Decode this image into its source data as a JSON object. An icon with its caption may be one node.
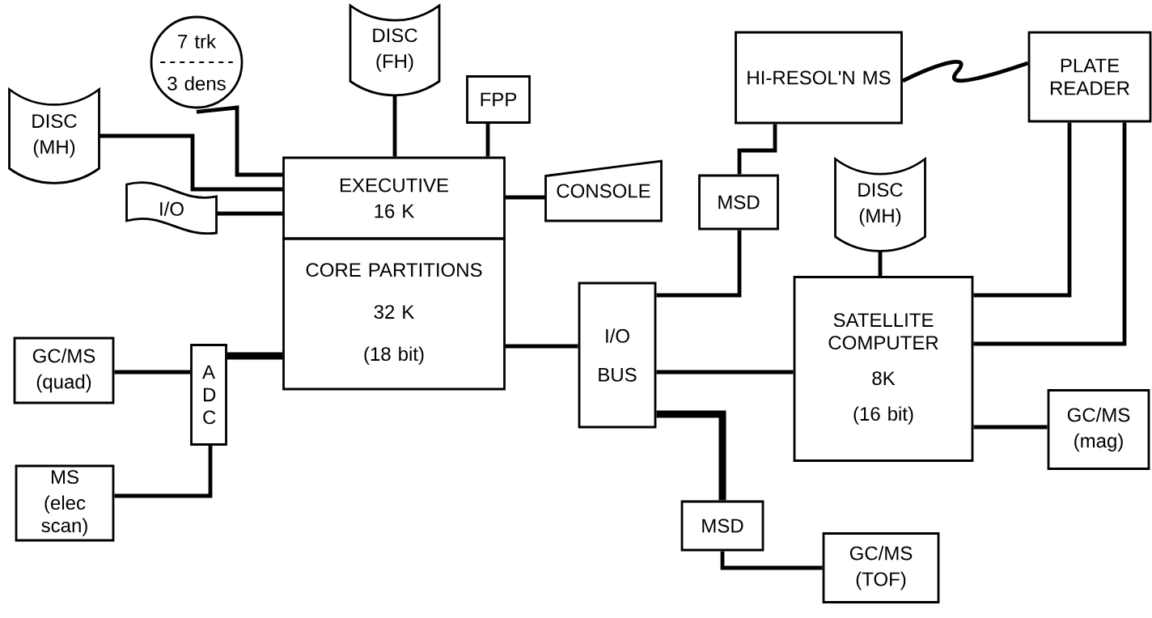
{
  "diagram": {
    "nodes": [
      {
        "text": [
          "7 trk",
          "3 dens"
        ]
      },
      {
        "text": [
          "DISC",
          "(FH)"
        ]
      },
      {
        "text": [
          "FPP"
        ]
      },
      {
        "text": [
          "HI-RESOL'N MS"
        ]
      },
      {
        "text": [
          "PLATE READER"
        ]
      },
      {
        "text": [
          "DISC",
          "(MH)"
        ]
      },
      {
        "text": [
          "EXECUTIVE",
          "16 K"
        ]
      },
      {
        "text": [
          "I/O"
        ]
      },
      {
        "text": [
          "CONSOLE"
        ]
      },
      {
        "text": [
          "MSD"
        ]
      },
      {
        "text": [
          "DISC",
          "(MH)"
        ]
      },
      {
        "text": [
          "CORE PARTITIONS",
          "32 K",
          "(18 bit)"
        ]
      },
      {
        "text": [
          "I/O",
          "BUS"
        ]
      },
      {
        "text": [
          "SATELLITE COMPUTER",
          "8K",
          "(16 bit)"
        ]
      },
      {
        "text": [
          "GC/MS",
          "(quad)"
        ]
      },
      {
        "text": [
          "A D C"
        ]
      },
      {
        "text": [
          "GC/MS",
          "(mag)"
        ]
      },
      {
        "text": [
          "MS",
          "(elec scan)"
        ]
      },
      {
        "text": [
          "MSD"
        ]
      },
      {
        "text": [
          "GC/MS",
          "(TOF)"
        ]
      }
    ],
    "edges": [
      {
        "from": 5,
        "to": 6,
        "arrow": "none"
      },
      {
        "from": 0,
        "to": 6,
        "arrow": "none"
      },
      {
        "from": 7,
        "to": 6,
        "arrow": "none"
      },
      {
        "from": 1,
        "to": 6,
        "arrow": "none"
      },
      {
        "from": 2,
        "to": 6,
        "arrow": "none"
      },
      {
        "from": 6,
        "to": 8,
        "arrow": "none"
      },
      {
        "from": 3,
        "to": 9,
        "arrow": "none"
      },
      {
        "from": 9,
        "to": 12,
        "arrow": "none"
      },
      {
        "from": 10,
        "to": 13,
        "arrow": "none"
      },
      {
        "from": 13,
        "to": 4,
        "arrow": "none"
      },
      {
        "from": 13,
        "to": 4,
        "arrow": "none"
      },
      {
        "from": 11,
        "to": 12,
        "arrow": "none"
      },
      {
        "from": 12,
        "to": 13,
        "arrow": "none"
      },
      {
        "from": 14,
        "to": 15,
        "arrow": "none"
      },
      {
        "from": 17,
        "to": 15,
        "arrow": "none"
      },
      {
        "from": 15,
        "to": 11,
        "arrow": "none",
        "style": "thick"
      },
      {
        "from": 12,
        "to": 18,
        "arrow": "none",
        "style": "thick"
      },
      {
        "from": 18,
        "to": 19,
        "arrow": "none"
      },
      {
        "from": 13,
        "to": 16,
        "arrow": "none"
      },
      {
        "from": 3,
        "to": 4,
        "arrow": "none"
      }
    ]
  }
}
